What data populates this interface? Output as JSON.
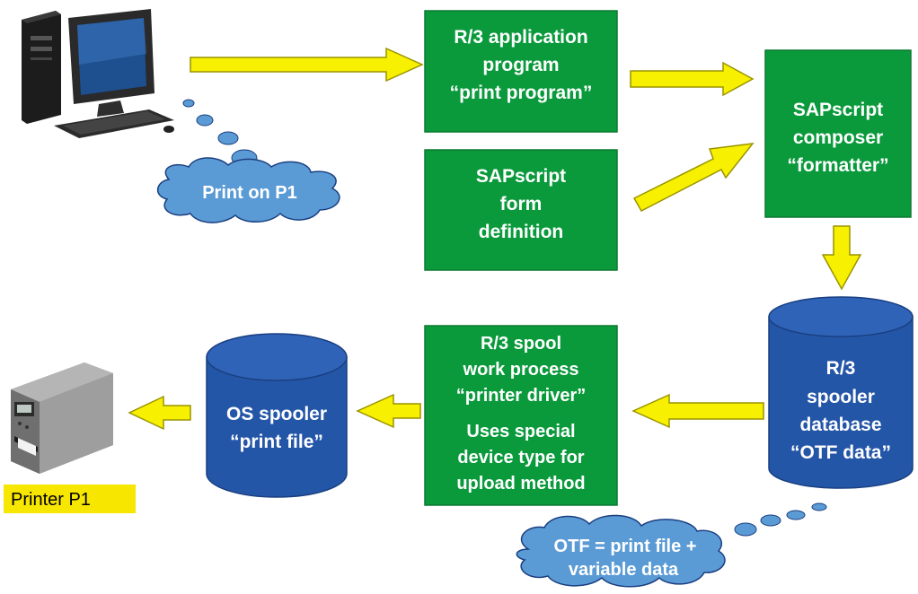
{
  "colors": {
    "box_green": "#0a9a3c",
    "box_border": "#0b7a30",
    "arrow_fill": "#f7f000",
    "arrow_stroke": "#9a9400",
    "cylinder": "#2456a8",
    "cylinder_top": "#2f63b8",
    "cloud": "#5b9bd5",
    "printer_label_bg": "#f7e600"
  },
  "nodes": {
    "print_program": {
      "lines": [
        "R/3 application",
        "program",
        "“print program”"
      ]
    },
    "form_definition": {
      "lines": [
        "SAPscript",
        "form",
        "definition"
      ]
    },
    "composer": {
      "lines": [
        "SAPscript",
        "composer",
        "“formatter”"
      ]
    },
    "spooler_database": {
      "lines": [
        "R/3",
        "spooler",
        "database",
        "“OTF data”"
      ]
    },
    "spool_work_process": {
      "lines": [
        "R/3 spool",
        "work process",
        "“printer driver”",
        "Uses special",
        "device type for",
        "upload method"
      ]
    },
    "os_spooler": {
      "lines": [
        "OS spooler",
        "“print file”"
      ]
    }
  },
  "clouds": {
    "print_on_p1": {
      "lines": [
        "Print on P1"
      ]
    },
    "otf_note": {
      "lines": [
        "OTF = print file +",
        "variable data"
      ]
    }
  },
  "printer": {
    "label": "Printer P1",
    "icon": "label-printer-icon"
  },
  "computer": {
    "icon": "desktop-computer-icon"
  }
}
